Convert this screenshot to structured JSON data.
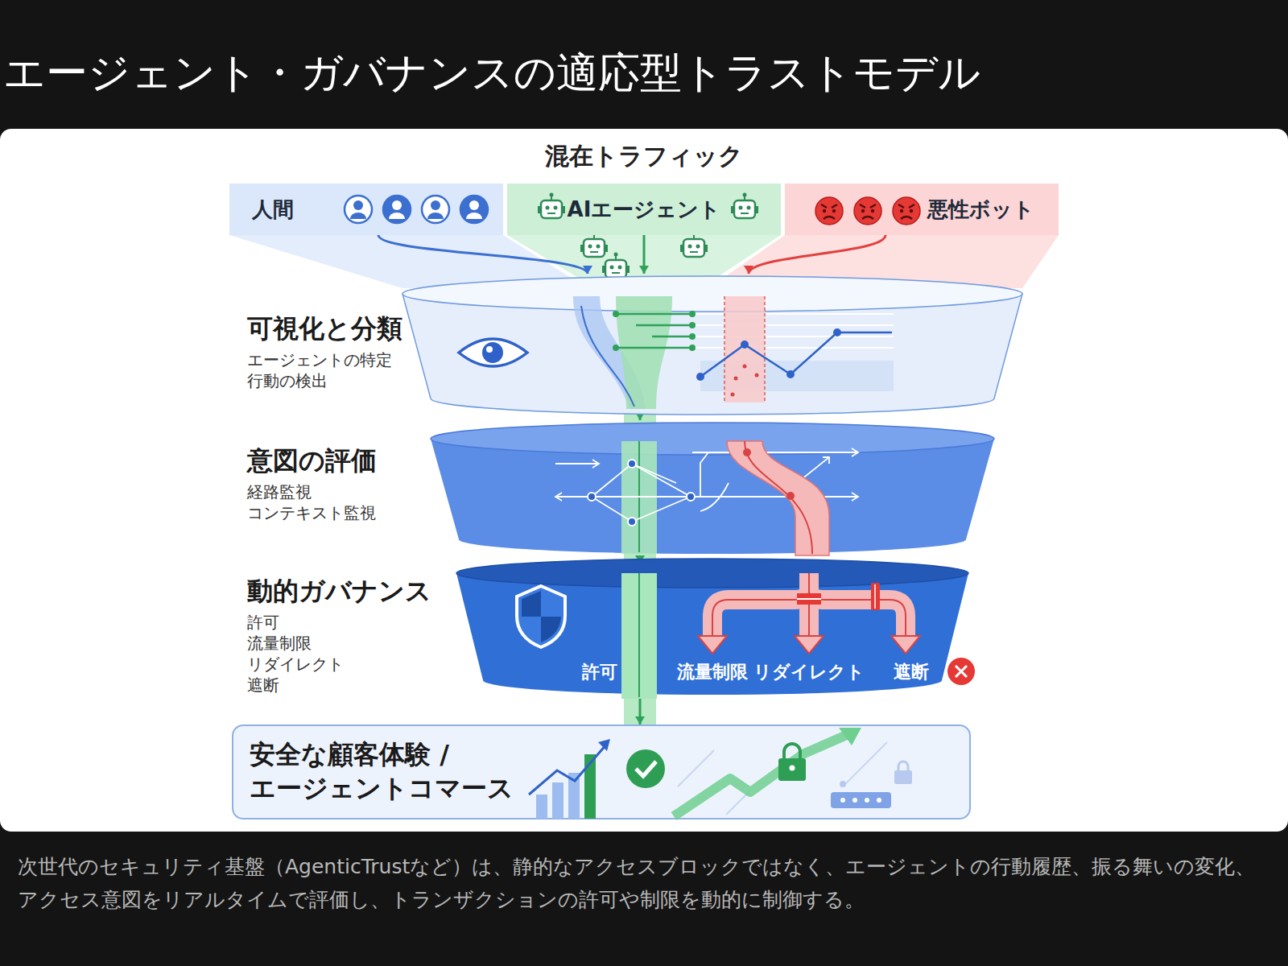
{
  "diagram": {
    "title": "エージェント・ガバナンスの適応型トラストモデル",
    "caption": "次世代のセキュリティ基盤（AgenticTrustなど）は、静的なアクセスブロックではなく、エージェントの行動履歴、振る舞いの変化、アクセス意図をリアルタイムで評価し、トランザクションの許可や制限を動的に制御する。",
    "nodes": [
      {
        "text": [
          "人間"
        ]
      },
      {
        "text": [
          "AIエージェント"
        ]
      },
      {
        "text": [
          "悪性ボット"
        ]
      },
      {
        "text": [
          "可視化と分類",
          "エージェントの特定 行動の検出"
        ]
      },
      {
        "text": [
          "意図の評価",
          "経路監視 コンテキスト監視"
        ]
      },
      {
        "text": [
          "動的ガバナンス",
          "許可 流量制限 リダイレクト 遮断"
        ]
      },
      {
        "text": [
          "安全な顧客体験 / エージェントコマース"
        ]
      }
    ],
    "edges": [
      {
        "from": 0,
        "to": 3,
        "arrow": "to"
      },
      {
        "from": 1,
        "to": 3,
        "arrow": "to"
      },
      {
        "from": 2,
        "to": 3,
        "arrow": "to"
      },
      {
        "from": 3,
        "to": 4,
        "arrow": "to"
      },
      {
        "from": 4,
        "to": 5,
        "arrow": "to"
      },
      {
        "from": 5,
        "to": 6,
        "arrow": "to"
      }
    ],
    "labels": [
      "混在トラフィック",
      "許可",
      "流量制限",
      "リダイレクト",
      "遮断"
    ]
  }
}
